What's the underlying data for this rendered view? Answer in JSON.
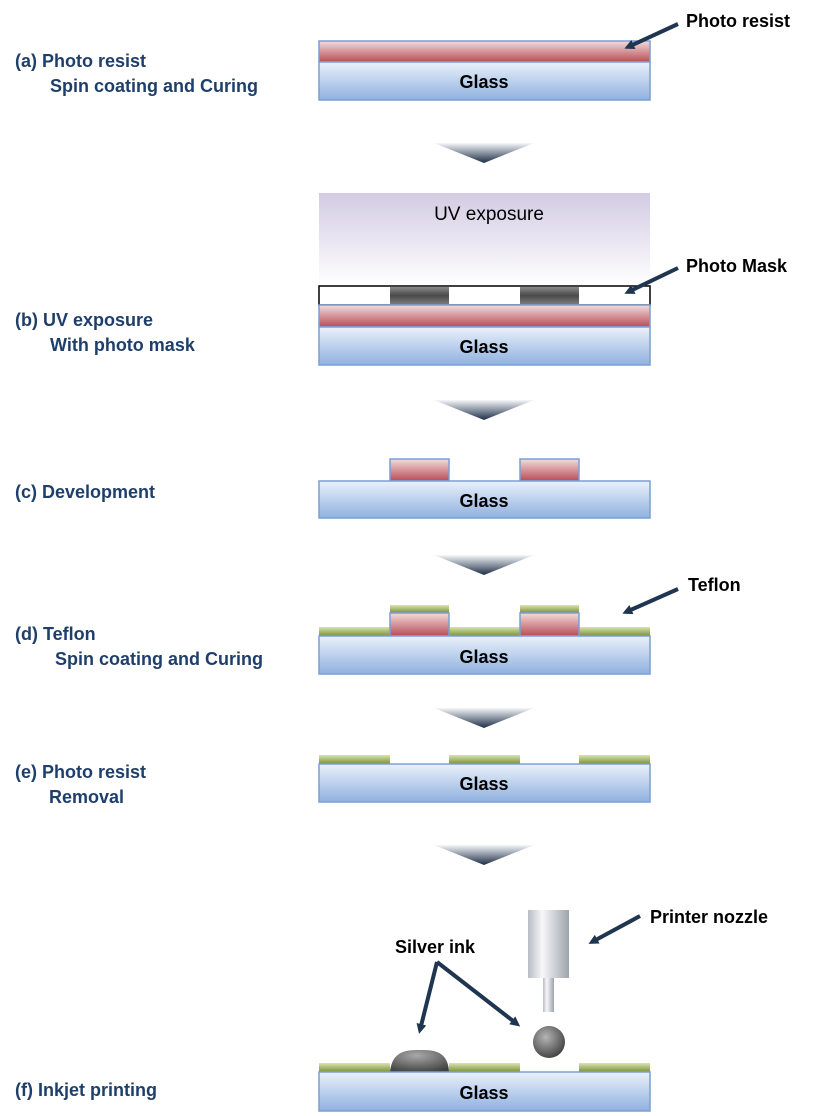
{
  "colors": {
    "label_text": "#1f3f6b",
    "glass_top": "#eaf1fa",
    "glass_bottom": "#8fb1e0",
    "glass_border": "#7b9fd4",
    "resist_top": "#f2dcdc",
    "resist_bottom": "#b84c56",
    "teflon_top": "#d8e6a6",
    "teflon_bottom": "#7d8f3a",
    "uv_top": "#d2cbe3",
    "uv_bottom": "#ffffff",
    "arrow_top": "#f5f7fa",
    "arrow_bottom": "#1d2e47",
    "pointer": "#1f3550"
  },
  "steps": [
    {
      "id": "a",
      "line1": "(a)  Photo resist",
      "line2": "Spin coating and Curing"
    },
    {
      "id": "b",
      "line1": "(b)  UV  exposure",
      "line2": "With photo mask"
    },
    {
      "id": "c",
      "line1": "(c)  Development",
      "line2": ""
    },
    {
      "id": "d",
      "line1": "(d)  Teflon",
      "line2": "Spin coating and Curing"
    },
    {
      "id": "e",
      "line1": "(e)  Photo resist",
      "line2": "Removal"
    },
    {
      "id": "f",
      "line1": "(f)  Inkjet printing",
      "line2": ""
    }
  ],
  "layers": {
    "glass": "Glass",
    "uv_exposure": "UV  exposure"
  },
  "callouts": {
    "photo_resist": "Photo resist",
    "photo_mask": "Photo Mask",
    "teflon": "Teflon",
    "printer_nozzle": "Printer nozzle",
    "silver_ink": "Silver ink"
  }
}
